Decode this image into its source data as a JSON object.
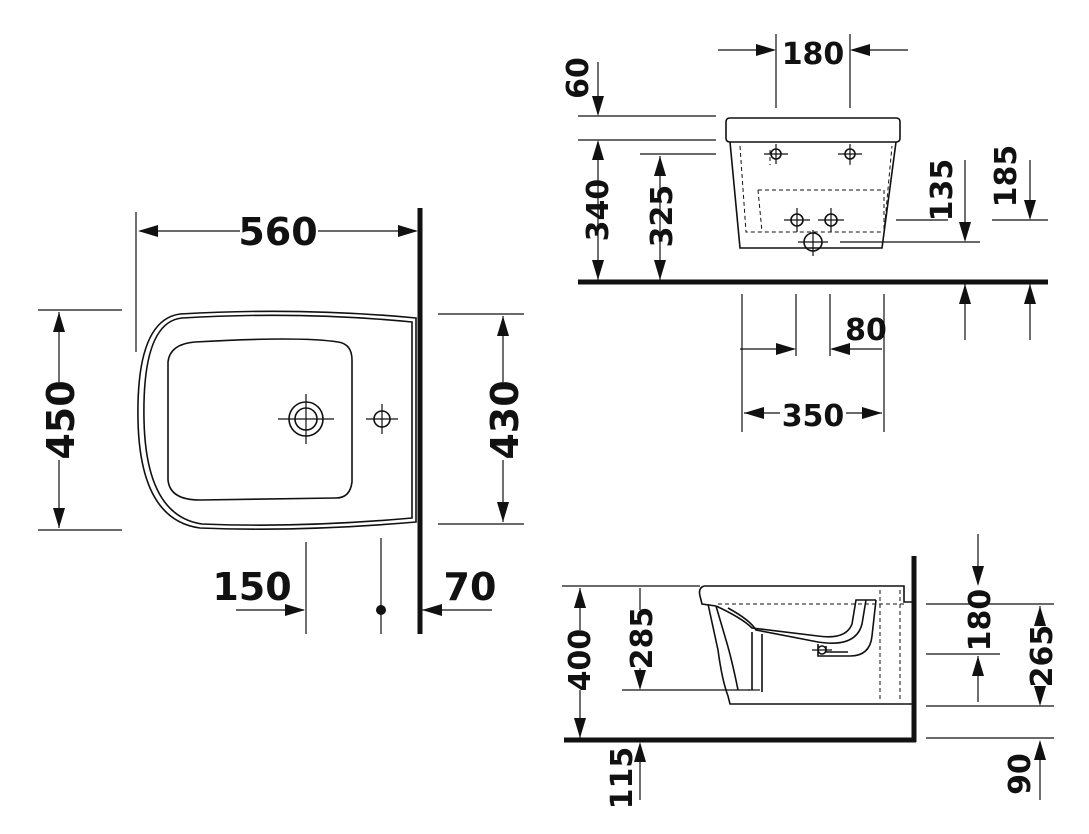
{
  "views": {
    "top": {
      "width": "560",
      "depth": "450",
      "depth_inner": "430",
      "tap_offset": "150",
      "wall_offset": "70"
    },
    "front": {
      "top_width": "180",
      "rim_height": "60",
      "height_340": "340",
      "height_325": "325",
      "drain_135": "135",
      "drain_185": "185",
      "bolt_spacing": "80",
      "bolt_span": "350"
    },
    "side": {
      "height_400": "400",
      "height_285": "285",
      "floor_115": "115",
      "top_180": "180",
      "height_265": "265",
      "floor_90": "90"
    }
  }
}
